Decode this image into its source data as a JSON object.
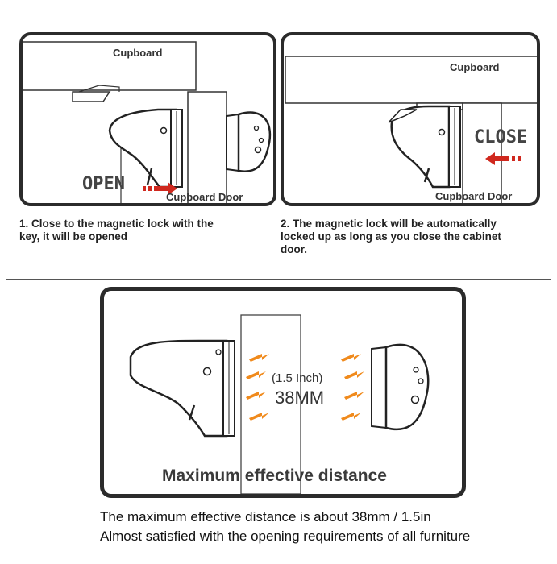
{
  "panel1": {
    "cupboard_label": "Cupboard",
    "door_label": "Cupboard Door",
    "action_label": "OPEN",
    "caption_line1": "1. Close to the magnetic lock with the",
    "caption_line2": "key, it will be opened"
  },
  "panel2": {
    "cupboard_label": "Cupboard",
    "door_label": "Cupboard Door",
    "action_label": "CLOSE",
    "caption_line1": "2. The magnetic lock will be automatically",
    "caption_line2": "locked up as long as you close the cabinet",
    "caption_line3": "door."
  },
  "panel3": {
    "inch_label": "(1.5 Inch)",
    "mm_label": "38MM",
    "heading": "Maximum effective distance"
  },
  "footer": {
    "line1": "The maximum effective distance is about 38mm / 1.5in",
    "line2": "Almost satisfied with the opening requirements of all furniture"
  },
  "colors": {
    "frame": "#2b2b2b",
    "arrow_red": "#d0281e",
    "wave_orange": "#f08a1c"
  }
}
